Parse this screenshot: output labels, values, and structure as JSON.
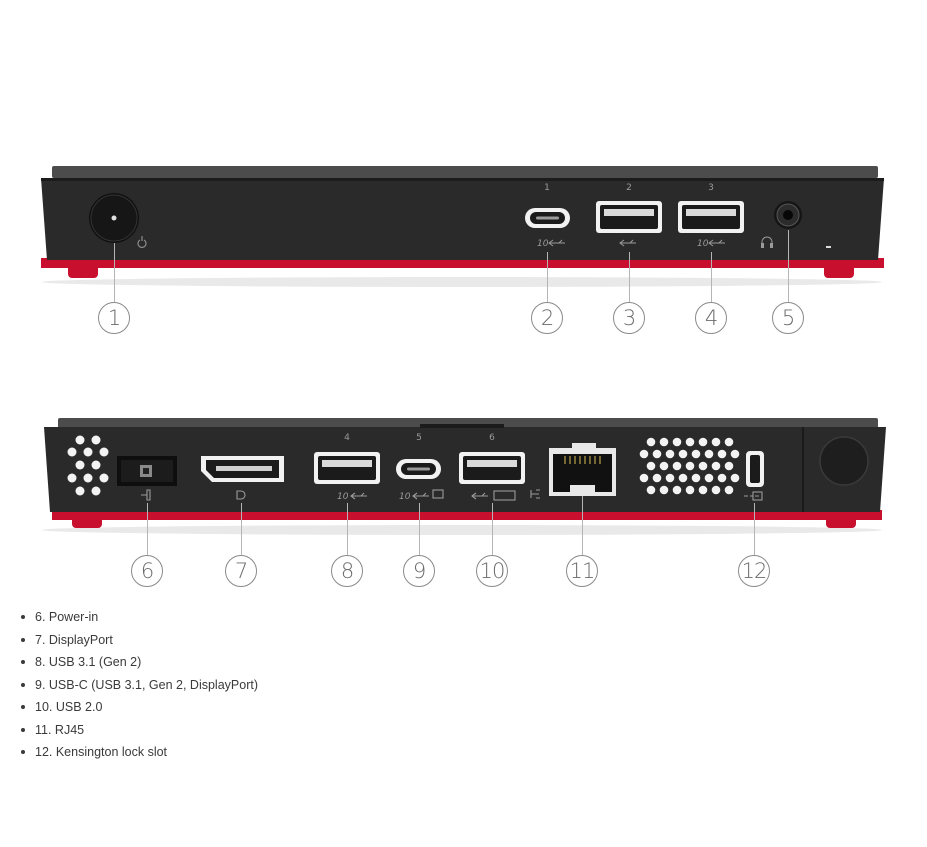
{
  "colors": {
    "chassis": "#2b2b2b",
    "chassis_top": "#4a4a4a",
    "accent_red": "#c8102e",
    "port_white": "#f2f2f2",
    "callout_text": "#6b6b6b",
    "legend_text": "#3a3a3a"
  },
  "front": {
    "port_numbers": [
      "1",
      "2",
      "3"
    ],
    "icons": [
      "power-symbol",
      "usb-10gbps",
      "usb",
      "usb-10gbps",
      "headset"
    ],
    "callouts": [
      "1",
      "2",
      "3",
      "4",
      "5"
    ]
  },
  "rear": {
    "port_numbers": [
      "4",
      "5",
      "6"
    ],
    "icons": [
      "power-in",
      "displayport",
      "usb-10gbps",
      "usb-10gbps-display",
      "usb-keyboard",
      "network",
      "kensington-lock"
    ],
    "callouts": [
      "6",
      "7",
      "8",
      "9",
      "10",
      "11",
      "12"
    ]
  },
  "legend": [
    "6. Power-in",
    "7. DisplayPort",
    "8. USB 3.1 (Gen 2)",
    "9. USB-C (USB 3.1, Gen 2, DisplayPort)",
    "10. USB 2.0",
    "11. RJ45",
    "12. Kensington lock slot"
  ]
}
